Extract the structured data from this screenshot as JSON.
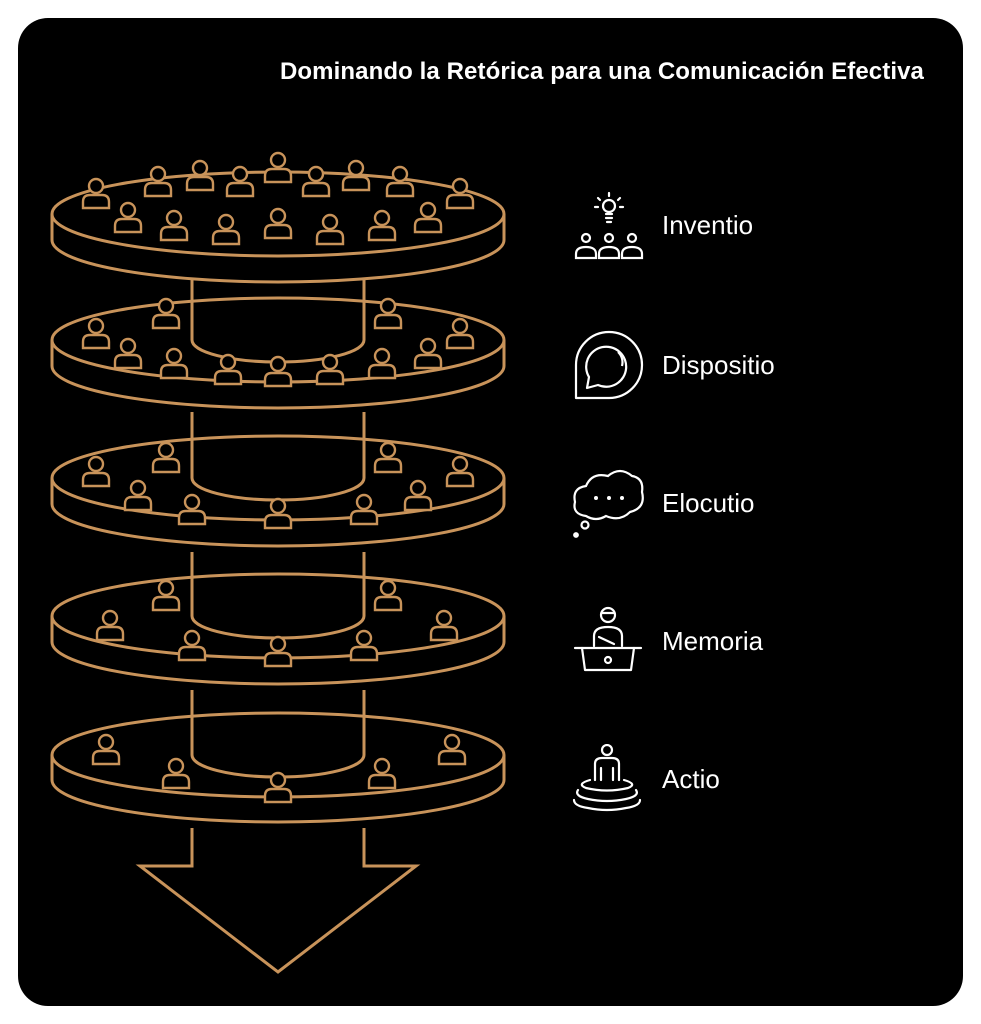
{
  "title": "Dominando la Retórica para una Comunicación Efectiva",
  "colors": {
    "background": "#000000",
    "accent": "#C8935A",
    "text": "#FFFFFF"
  },
  "stages": [
    {
      "label": "Inventio",
      "icon": "lightbulb-audience-icon"
    },
    {
      "label": "Dispositio",
      "icon": "speech-bubble-icon"
    },
    {
      "label": "Elocutio",
      "icon": "thought-bubble-icon"
    },
    {
      "label": "Memoria",
      "icon": "speaker-podium-icon"
    },
    {
      "label": "Actio",
      "icon": "person-on-stage-icon"
    }
  ]
}
